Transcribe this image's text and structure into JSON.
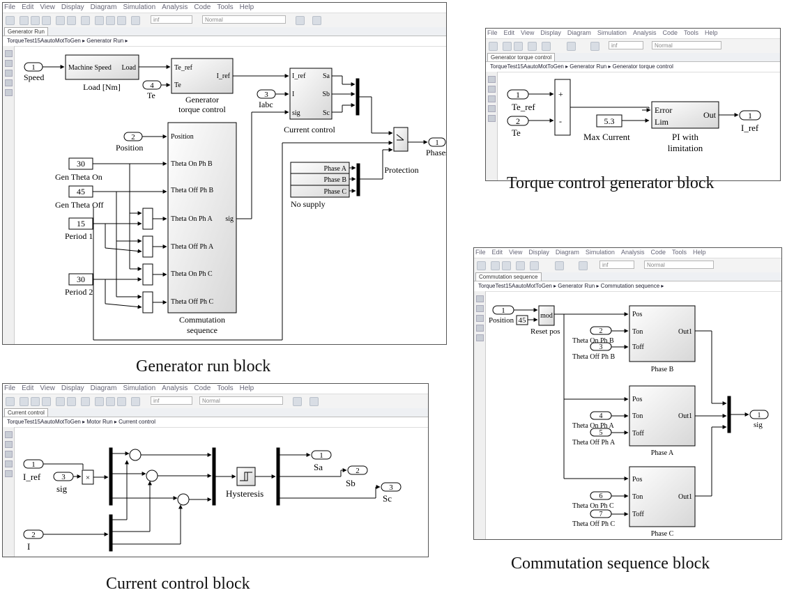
{
  "menu": [
    "File",
    "Edit",
    "View",
    "Display",
    "Diagram",
    "Simulation",
    "Analysis",
    "Code",
    "Tools",
    "Help"
  ],
  "toolbar": {
    "stop_time": "inf",
    "sim_mode": "Normal"
  },
  "captions": {
    "gen_run": "Generator run block",
    "torque": "Torque control generator block",
    "commutation": "Commutation sequence block",
    "current": "Current control block"
  },
  "gen_run": {
    "tab": "Generator Run",
    "crumb": "TorqueTest15AautoMotToGen ▸ Generator Run ▸",
    "in_speed_num": "1",
    "in_speed": "Speed",
    "load_block_in": "Machine Speed",
    "load_block_out": "Load",
    "load_block": "Load [Nm]",
    "in_te_num": "4",
    "in_te": "Te",
    "gtc_in1": "Te_ref",
    "gtc_in2": "Te",
    "gtc_out": "I_ref",
    "gtc_name": "Generator",
    "gtc_name2": "torque control",
    "in_iabc_num": "3",
    "in_iabc": "Iabc",
    "cc_in1": "I_ref",
    "cc_in2": "I",
    "cc_in3": "sig",
    "cc_out1": "Sa",
    "cc_out2": "Sb",
    "cc_out3": "Sc",
    "cc_name": "Current control",
    "in_pos_num": "2",
    "in_pos": "Position",
    "const_gton": "30",
    "gton": "Gen Theta On",
    "const_gtoff": "45",
    "gtoff": "Gen Theta Off",
    "const_p1": "15",
    "p1": "Period 1",
    "const_p2": "30",
    "p2": "Period 2",
    "comm_ports": [
      "Position",
      "Theta On Ph B",
      "Theta Off Ph B",
      "Theta On Ph A",
      "Theta Off Ph A",
      "Theta On Ph C",
      "Theta Off Ph C"
    ],
    "comm_out": "sig",
    "comm_name": "Commutation",
    "comm_name2": "sequence",
    "phases": [
      "Phase A",
      "Phase B",
      "Phase C"
    ],
    "no_supply": "No supply",
    "protection": "Protection",
    "out_num": "1",
    "out_phases": "Phases"
  },
  "torque": {
    "tab": "Generator torque control",
    "crumb": "TorqueTest15AautoMotToGen ▸ Generator Run ▸ Generator torque control",
    "in1_num": "1",
    "in1": "Te_ref",
    "in2_num": "2",
    "in2": "Te",
    "plus": "+",
    "minus": "-",
    "maxcur_val": "5.3",
    "maxcur": "Max Current",
    "pi_err": "Error",
    "pi_lim": "Lim",
    "pi_out": "Out",
    "pi_name": "PI with",
    "pi_name2": "limitation",
    "out_num": "1",
    "out": "I_ref"
  },
  "commutation": {
    "tab": "Commutation sequence",
    "crumb": "TorqueTest15AautoMotToGen ▸ Generator Run ▸ Commutation sequence ▸",
    "in1_num": "1",
    "in1": "Position",
    "const45": "45",
    "mod": "mod",
    "reset": "Reset pos",
    "port_pos": "Pos",
    "port_ton": "Ton",
    "port_toff": "Toff",
    "port_out": "Out1",
    "b_ton_num": "2",
    "b_ton": "Theta On Ph B",
    "b_toff_num": "3",
    "b_toff": "Theta Off Ph B",
    "phase_b": "Phase B",
    "a_ton_num": "4",
    "a_ton": "Theta On Ph A",
    "a_toff_num": "5",
    "a_toff": "Theta Off Ph A",
    "phase_a": "Phase A",
    "c_ton_num": "6",
    "c_ton": "Theta On Ph C",
    "c_toff_num": "7",
    "c_toff": "Theta Off Ph C",
    "phase_c": "Phase C",
    "out_num": "1",
    "out": "sig"
  },
  "current": {
    "tab": "Current control",
    "crumb": "TorqueTest15AautoMotToGen ▸ Motor Run ▸ Current control",
    "in1_num": "1",
    "in1": "I_ref",
    "in3_num": "3",
    "in3": "sig",
    "in2_num": "2",
    "in2": "I",
    "hyst": "Hysteresis",
    "o1_num": "1",
    "o1": "Sa",
    "o2_num": "2",
    "o2": "Sb",
    "o3_num": "3",
    "o3": "Sc"
  }
}
